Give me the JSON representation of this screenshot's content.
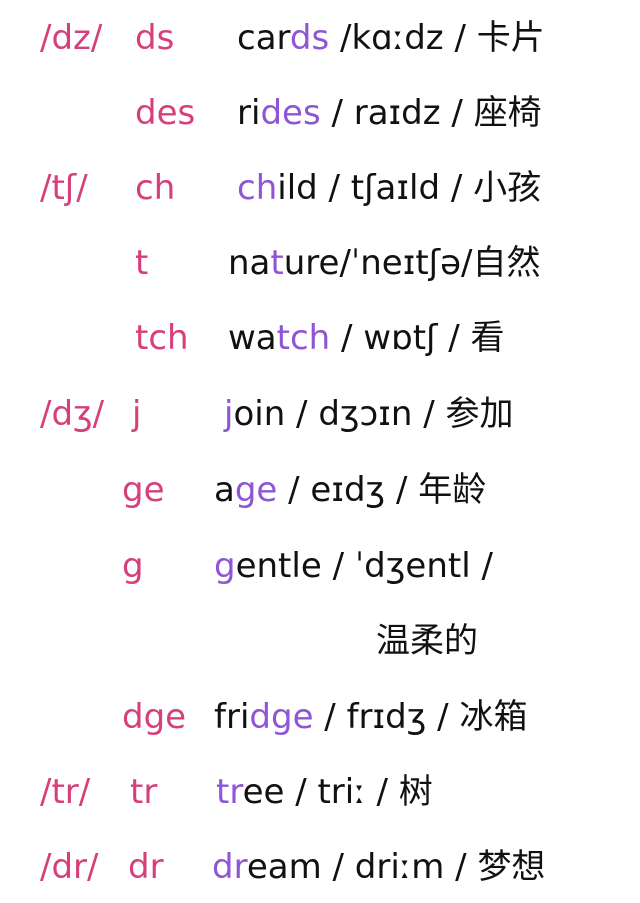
{
  "colors": {
    "phoneme": "#d63f7a",
    "highlight": "#8e55d4",
    "text": "#111111",
    "background": "#ffffff"
  },
  "rows": [
    {
      "phoneme": "/dz/",
      "spelling": "ds",
      "word_pre": "car",
      "word_hl": "ds",
      "word_post": "",
      "ipa": " /kɑːdz / ",
      "meaning": "卡片"
    },
    {
      "phoneme": "",
      "spelling": "des",
      "word_pre": "ri",
      "word_hl": "des",
      "word_post": "",
      "ipa": " / raɪdz / ",
      "meaning": "座椅"
    },
    {
      "phoneme": "/tʃ/",
      "spelling": "ch",
      "word_pre": "",
      "word_hl": "ch",
      "word_post": "ild",
      "ipa": " / tʃaɪld / ",
      "meaning": "小孩"
    },
    {
      "phoneme": "",
      "spelling": "t",
      "word_pre": "na",
      "word_hl": "t",
      "word_post": "ure",
      "ipa": "/ˈneɪtʃə/",
      "meaning": "自然"
    },
    {
      "phoneme": "",
      "spelling": "tch",
      "word_pre": "wa",
      "word_hl": "tch",
      "word_post": "",
      "ipa": " / wɒtʃ / ",
      "meaning": "看"
    },
    {
      "phoneme": "/dʒ/",
      "spelling": "j",
      "word_pre": "",
      "word_hl": "j",
      "word_post": "oin",
      "ipa": " / dʒɔɪn / ",
      "meaning": "参加"
    },
    {
      "phoneme": "",
      "spelling": "ge",
      "word_pre": "a",
      "word_hl": "ge",
      "word_post": "",
      "ipa": " / eɪdʒ / ",
      "meaning": "年龄"
    },
    {
      "phoneme": "",
      "spelling": "g",
      "word_pre": "",
      "word_hl": "g",
      "word_post": "entle",
      "ipa": " / ˈdʒentl /",
      "meaning": ""
    },
    {
      "phoneme": "",
      "spelling": "",
      "word_pre": "",
      "word_hl": "",
      "word_post": "",
      "ipa": "",
      "meaning": "温柔的"
    },
    {
      "phoneme": "",
      "spelling": "dge",
      "word_pre": "fri",
      "word_hl": "dge",
      "word_post": "",
      "ipa": " / frɪdʒ / ",
      "meaning": "冰箱"
    },
    {
      "phoneme": "/tr/",
      "spelling": "tr",
      "word_pre": "",
      "word_hl": "tr",
      "word_post": "ee",
      "ipa": " / triː / ",
      "meaning": "树"
    },
    {
      "phoneme": "/dr/",
      "spelling": "dr",
      "word_pre": "",
      "word_hl": "dr",
      "word_post": "eam",
      "ipa": " / driːm / ",
      "meaning": "梦想"
    }
  ]
}
